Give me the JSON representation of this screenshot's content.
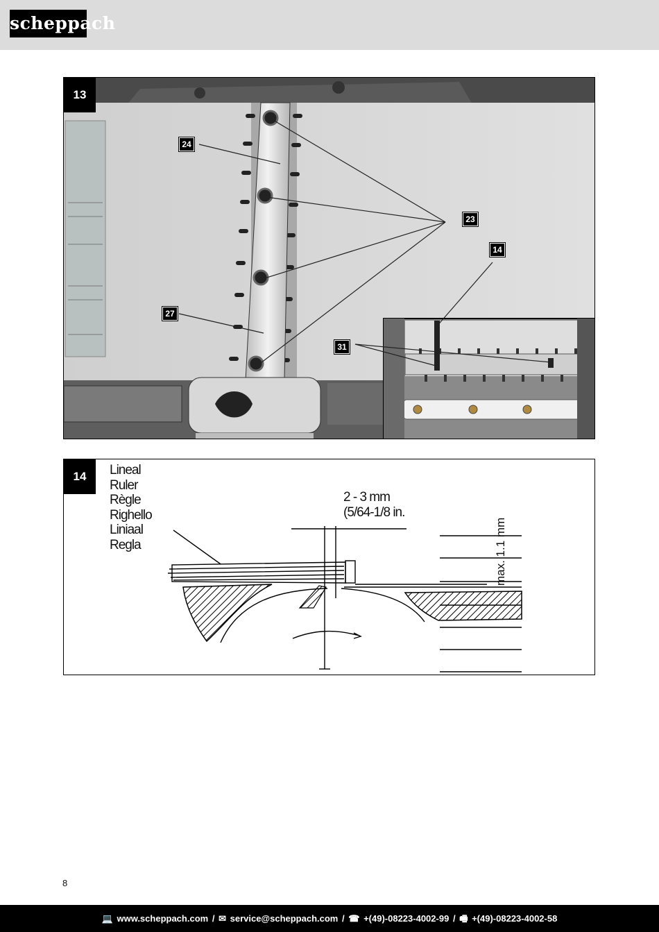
{
  "header": {
    "logo_text": "scheppach"
  },
  "figure13": {
    "number": "13",
    "callouts": {
      "c24": "24",
      "c23": "23",
      "c14": "14",
      "c27": "27",
      "c31": "31"
    }
  },
  "figure14": {
    "number": "14",
    "labels": [
      "Lineal",
      "Ruler",
      "Règle",
      "Righello",
      "Liniaal",
      "Regla"
    ],
    "dimension_line1": "2 - 3 mm",
    "dimension_line2": "(5/64-1/8 in.",
    "max_label": "max. 1.1 mm"
  },
  "page_number": "8",
  "footer": {
    "web_icon": "💻",
    "web": "www.scheppach.com",
    "sep": "/",
    "mail_icon": "✉",
    "mail": "service@scheppach.com",
    "phone_icon": "☎",
    "phone": "+(49)-08223-4002-99",
    "fax_icon": "🖷",
    "fax": "+(49)-08223-4002-58"
  }
}
